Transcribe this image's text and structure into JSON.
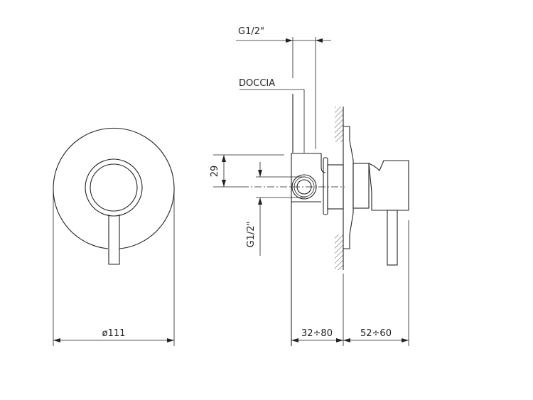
{
  "drawing": {
    "front_view": {
      "diameter_label": "ø111"
    },
    "side_view": {
      "top_connection_label": "G1/2\"",
      "outlet_label": "DOCCIA",
      "height_offset_label": "29",
      "inlet_connection_label": "G1/2\"",
      "recess_depth_label": "32÷80",
      "projection_label": "52÷60"
    },
    "line_color": "#222222"
  }
}
